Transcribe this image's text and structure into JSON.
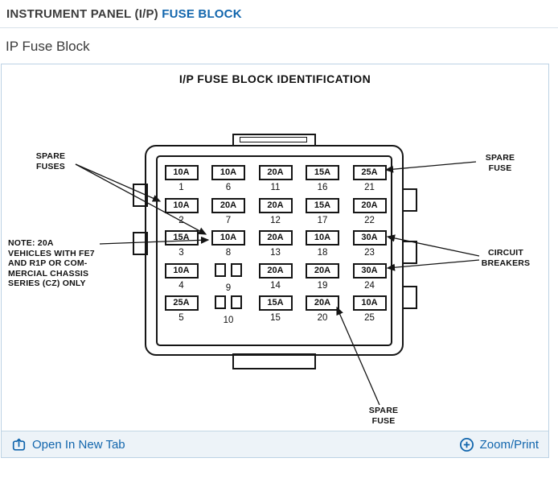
{
  "header": {
    "title_main": "INSTRUMENT PANEL (I/P)",
    "title_accent": "FUSE BLOCK",
    "subtitle": "IP Fuse Block"
  },
  "diagram": {
    "title": "I/P FUSE BLOCK IDENTIFICATION",
    "rows": [
      {
        "cells": [
          {
            "amp": "10A",
            "num": "1"
          },
          {
            "amp": "10A",
            "num": "6"
          },
          {
            "amp": "20A",
            "num": "11"
          },
          {
            "amp": "15A",
            "num": "16"
          },
          {
            "amp": "25A",
            "num": "21"
          }
        ]
      },
      {
        "cells": [
          {
            "amp": "10A",
            "num": "2"
          },
          {
            "amp": "20A",
            "num": "7"
          },
          {
            "amp": "20A",
            "num": "12"
          },
          {
            "amp": "15A",
            "num": "17"
          },
          {
            "amp": "20A",
            "num": "22"
          }
        ]
      },
      {
        "cells": [
          {
            "amp": "15A",
            "num": "3"
          },
          {
            "amp": "10A",
            "num": "8"
          },
          {
            "amp": "20A",
            "num": "13"
          },
          {
            "amp": "10A",
            "num": "18"
          },
          {
            "amp": "30A",
            "num": "23"
          }
        ]
      },
      {
        "cells": [
          {
            "amp": "10A",
            "num": "4"
          },
          {
            "blank": true,
            "num": "9"
          },
          {
            "amp": "20A",
            "num": "14"
          },
          {
            "amp": "20A",
            "num": "19"
          },
          {
            "amp": "30A",
            "num": "24"
          }
        ]
      },
      {
        "cells": [
          {
            "amp": "25A",
            "num": "5"
          },
          {
            "blank": true,
            "num": "10"
          },
          {
            "amp": "15A",
            "num": "15"
          },
          {
            "amp": "20A",
            "num": "20"
          },
          {
            "amp": "10A",
            "num": "25"
          }
        ]
      }
    ],
    "annotations": {
      "spare_fuses_left": "SPARE\nFUSES",
      "note": "NOTE: 20A\nVEHICLES WITH FE7\nAND R1P OR COM-\nMERCIAL CHASSIS\nSERIES (CZ) ONLY",
      "spare_fuse_right": "SPARE\nFUSE",
      "circuit_breakers": "CIRCUIT\nBREAKERS",
      "spare_fuse_bottom": "SPARE\nFUSE"
    }
  },
  "toolbar": {
    "open_in_new_tab": "Open In New Tab",
    "zoom_print": "Zoom/Print"
  },
  "icons": {
    "open": "open-in-new-tab-icon",
    "zoom": "circle-plus-icon"
  },
  "colors": {
    "link_blue": "#1266ad",
    "diagram_ink": "#151515",
    "panel_border": "#bcd2e4",
    "toolbar_bg": "#edf3f8"
  }
}
